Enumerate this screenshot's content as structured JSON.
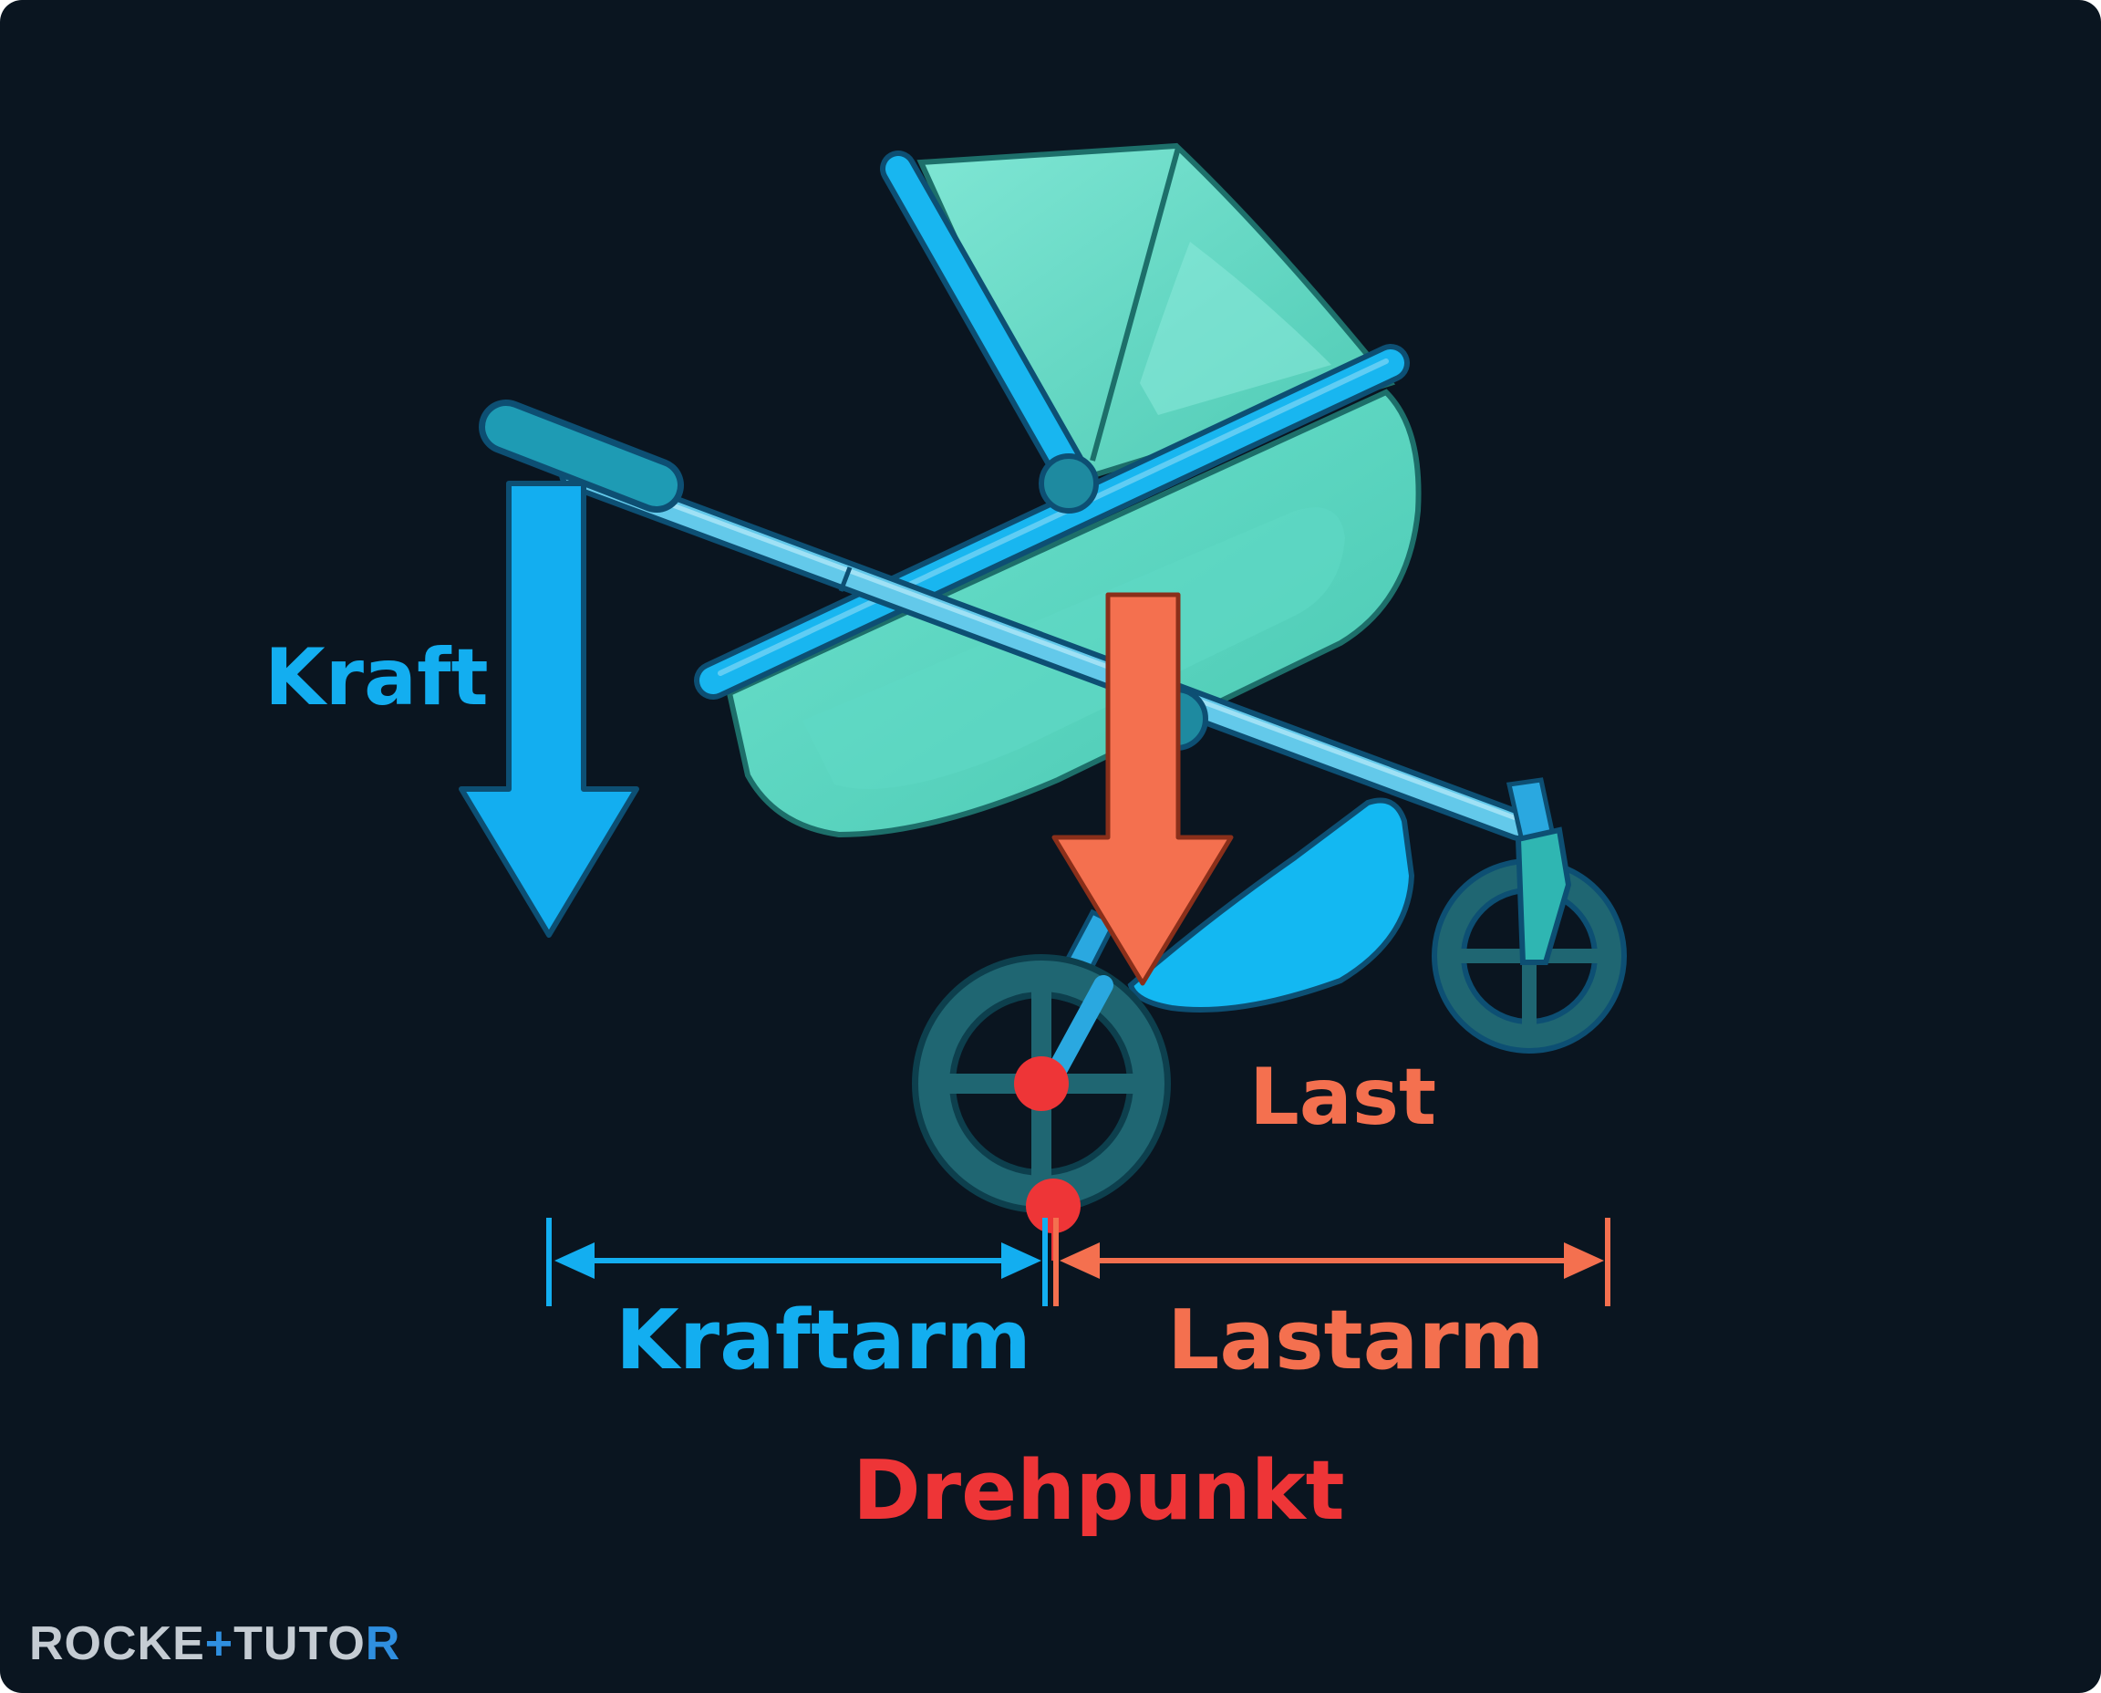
{
  "labels": {
    "kraft": "Kraft",
    "last": "Last",
    "kraftarm": "Kraftarm",
    "lastarm": "Lastarm",
    "drehpunkt": "Drehpunkt"
  },
  "brand": {
    "part1": "ROCKE",
    "accent": "+",
    "part2": "TUTO",
    "part3": "R"
  },
  "colors": {
    "background": "#0a1520",
    "force_blue": "#13aef0",
    "load_orange": "#f4704f",
    "pivot_red": "#ee3537",
    "stroller_teal": "#5cd8c3",
    "frame_blue": "#2aa8e0",
    "wheel_dark": "#1f6672"
  },
  "icons": [
    "stroller-icon",
    "force-arrow-icon",
    "load-arrow-icon",
    "pivot-dot-icon"
  ]
}
